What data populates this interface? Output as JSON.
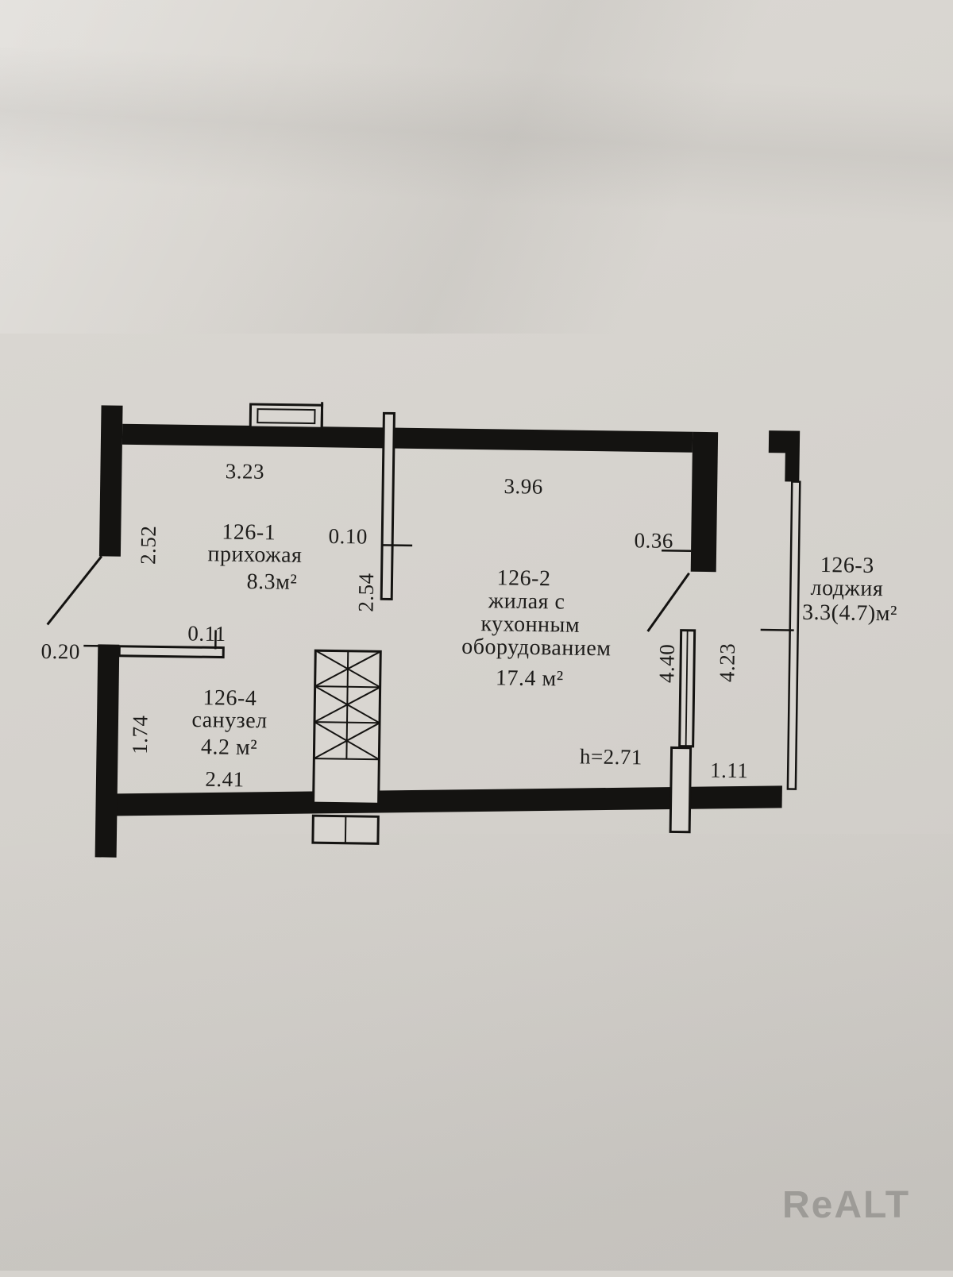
{
  "watermark": {
    "text": "ReALT"
  },
  "rooms": {
    "hallway": {
      "id": "126-1",
      "name": "прихожая",
      "area": "8.3м²"
    },
    "living": {
      "id": "126-2",
      "line1": "жилая с",
      "line2": "кухонным",
      "line3": "оборудованием",
      "area": "17.4 м²"
    },
    "loggia": {
      "id": "126-3",
      "name": "лоджия",
      "area": "3.3(4.7)м²"
    },
    "bathroom": {
      "id": "126-4",
      "name": "санузел",
      "area": "4.2 м²"
    }
  },
  "dimensions": {
    "hall_top_width": "3.23",
    "living_top_width": "3.96",
    "hall_left_height": "2.52",
    "partition_thickness": "0.10",
    "partition_length": "2.54",
    "right_wall_offset": "0.36",
    "entry_wall_thickness": "0.20",
    "bath_wall_thickness": "0.11",
    "bath_left_height": "1.74",
    "bath_width": "2.41",
    "living_right_height": "4.40",
    "loggia_height": "4.23",
    "ceiling_height": "h=2.71",
    "loggia_width": "1.11"
  }
}
